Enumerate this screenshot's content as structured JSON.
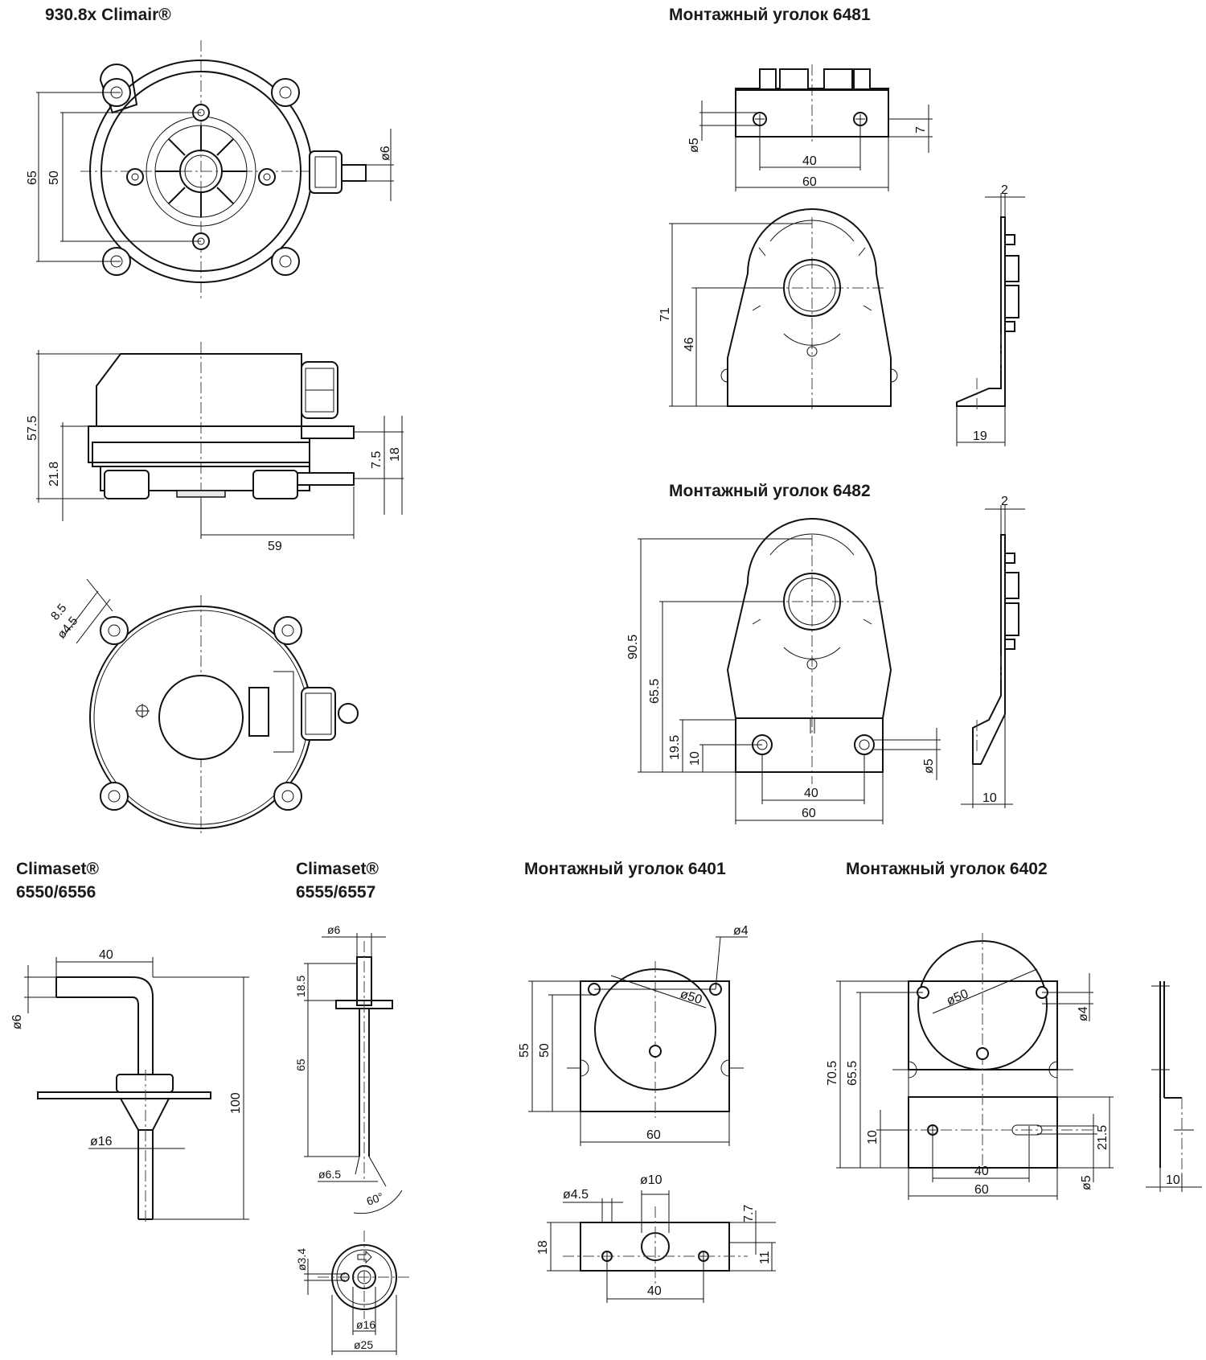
{
  "titles": {
    "climair": "930.8x Climair®",
    "bracket_6481": "Монтажный уголок 6481",
    "bracket_6482": "Монтажный уголок 6482",
    "climaset_6550_line1": "Climaset®",
    "climaset_6550_line2": "6550/6556",
    "climaset_6555_line1": "Climaset®",
    "climaset_6555_line2": "6555/6557",
    "bracket_6401": "Монтажный уголок 6401",
    "bracket_6402": "Монтажный уголок 6402"
  },
  "climair_dims": {
    "d65": "65",
    "d50": "50",
    "d6": "ø6",
    "d57_5": "57.5",
    "d21_8": "21.8",
    "d7_5": "7.5",
    "d18": "18",
    "d59": "59",
    "d8_5": "8.5",
    "d4_5": "ø4.5"
  },
  "dims_6481": {
    "d5": "ø5",
    "d7": "7",
    "d40": "40",
    "d60": "60",
    "d71": "71",
    "d46": "46",
    "d2": "2",
    "d19": "19"
  },
  "dims_6482": {
    "d90_5": "90.5",
    "d65_5": "65.5",
    "d19_5": "19.5",
    "d10": "10",
    "d5": "ø5",
    "d40": "40",
    "d60": "60",
    "d2": "2",
    "d10b": "10"
  },
  "dims_6550": {
    "d40": "40",
    "d6": "ø6",
    "d100": "100",
    "d16": "ø16"
  },
  "dims_6555": {
    "d6": "ø6",
    "d18_5": "18.5",
    "d65": "65",
    "d6_5": "ø6.5",
    "d60": "60°",
    "d3_4": "ø3.4",
    "d16": "ø16",
    "d25": "ø25"
  },
  "dims_6401": {
    "d4": "ø4",
    "d50": "ø50",
    "d55": "55",
    "d50b": "50",
    "d60": "60",
    "d4_5": "ø4.5",
    "d10": "ø10",
    "d7_7": "7.7",
    "d18": "18",
    "d11": "11",
    "d40": "40"
  },
  "dims_6402": {
    "d50": "ø50",
    "d4": "ø4",
    "d70_5": "70.5",
    "d65_5": "65.5",
    "d21_5": "21.5",
    "d10": "10",
    "d5": "ø5",
    "d40": "40",
    "d60": "60",
    "d10b": "10"
  }
}
